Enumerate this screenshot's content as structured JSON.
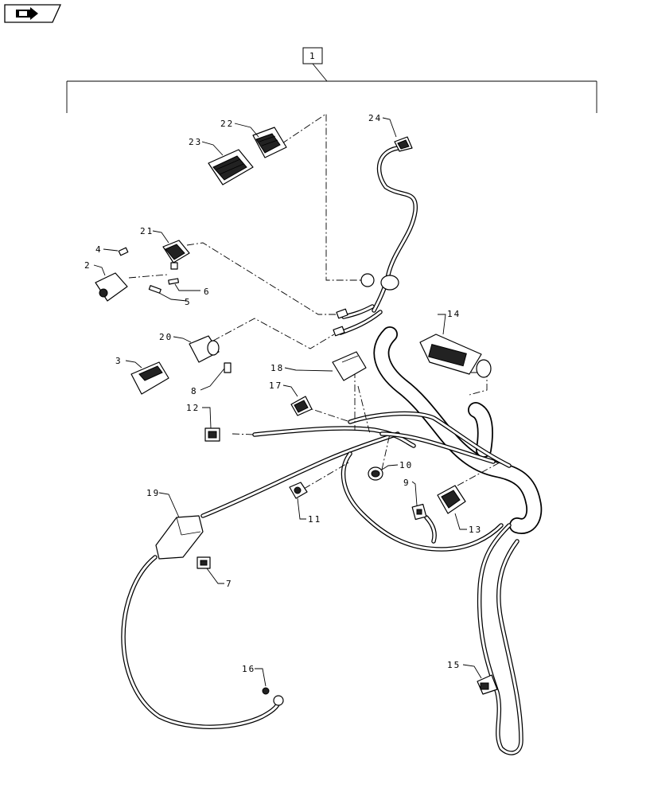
{
  "nav": {
    "icon": "book-arrow-icon"
  },
  "assembly": {
    "label": "1"
  },
  "callouts": [
    {
      "id": "c2",
      "text": "2"
    },
    {
      "id": "c3",
      "text": "3"
    },
    {
      "id": "c4",
      "text": "4"
    },
    {
      "id": "c5",
      "text": "5"
    },
    {
      "id": "c6",
      "text": "6"
    },
    {
      "id": "c7",
      "text": "7"
    },
    {
      "id": "c8",
      "text": "8"
    },
    {
      "id": "c9",
      "text": "9"
    },
    {
      "id": "c10",
      "text": "10"
    },
    {
      "id": "c11",
      "text": "11"
    },
    {
      "id": "c12",
      "text": "12"
    },
    {
      "id": "c13",
      "text": "13"
    },
    {
      "id": "c14",
      "text": "14"
    },
    {
      "id": "c15",
      "text": "15"
    },
    {
      "id": "c16",
      "text": "16"
    },
    {
      "id": "c17",
      "text": "17"
    },
    {
      "id": "c18",
      "text": "18"
    },
    {
      "id": "c19",
      "text": "19"
    },
    {
      "id": "c20",
      "text": "20"
    },
    {
      "id": "c21",
      "text": "21"
    },
    {
      "id": "c22",
      "text": "22"
    },
    {
      "id": "c23",
      "text": "23"
    },
    {
      "id": "c24",
      "text": "24"
    }
  ]
}
